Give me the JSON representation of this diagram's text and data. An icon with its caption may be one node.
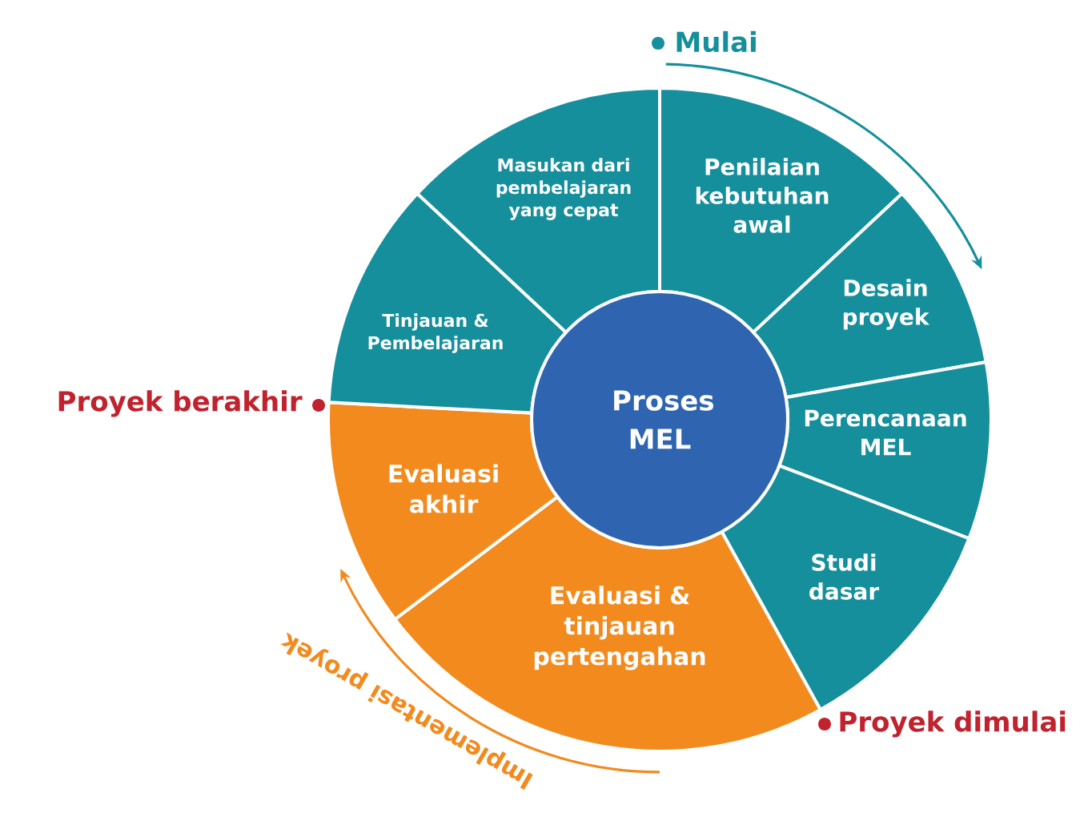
{
  "diagram": {
    "nodes": [
      {
        "text": [
          "Proses MEL"
        ]
      },
      {
        "text": [
          "Penilaian kebutuhan awal"
        ]
      },
      {
        "text": [
          "Desain proyek"
        ]
      },
      {
        "text": [
          "Perencanaan MEL"
        ]
      },
      {
        "text": [
          "Studi dasar"
        ]
      },
      {
        "text": [
          "Evaluasi & tinjauan pertengahan"
        ]
      },
      {
        "text": [
          "Evaluasi akhir"
        ]
      },
      {
        "text": [
          "Tinjauan & Pembelajaran"
        ]
      },
      {
        "text": [
          "Masukan dari pembelajaran yang cepat"
        ]
      }
    ],
    "labels": [
      "Mulai",
      "Proyek berakhir",
      "Proyek dimulai",
      "Implementasi proyek"
    ]
  }
}
